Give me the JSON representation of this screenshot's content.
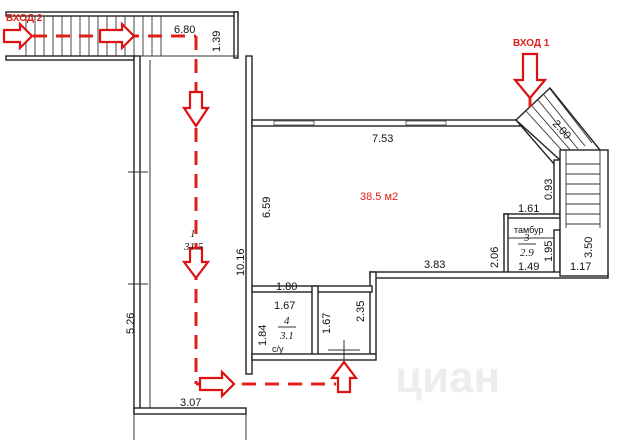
{
  "entrances": {
    "entrance_2": "ВХОД 2",
    "entrance_1": "ВХОД 1"
  },
  "area_label": "38.5 м2",
  "rooms": {
    "room_1_number": "1",
    "room_1_area": "31.5",
    "room_3_number": "3",
    "room_3_area": "2.9",
    "room_4_number": "4",
    "room_4_area": "3.1"
  },
  "labels": {
    "vestibule": "тамбур",
    "bathroom": "с/у"
  },
  "dimensions": {
    "top_corridor_length": "6.80",
    "top_corridor_width": "1.39",
    "main_hall_width": "7.53",
    "main_hall_height": "6.59",
    "corridor_length": "10.16",
    "left_wall_length": "5.26",
    "bottom_width": "3.07",
    "bath_outer_width": "1.80",
    "bath_inner_width": "1.67",
    "bath_inner_height": "1.67",
    "bath_height": "1.84",
    "step_height": "2.35",
    "bottom_right_length": "3.83",
    "right_wall_height": "2.06",
    "vestibule_width": "1.61",
    "vestibule_depth": "1.95",
    "vestibule_bottom": "1.49",
    "stair_side": "0.93",
    "stair_diagonal": "2.00",
    "stair_right_height": "3.50",
    "stair_right_width": "1.17"
  },
  "watermark": "циан",
  "colors": {
    "accent": "#e0201a",
    "walls": "#222222"
  }
}
